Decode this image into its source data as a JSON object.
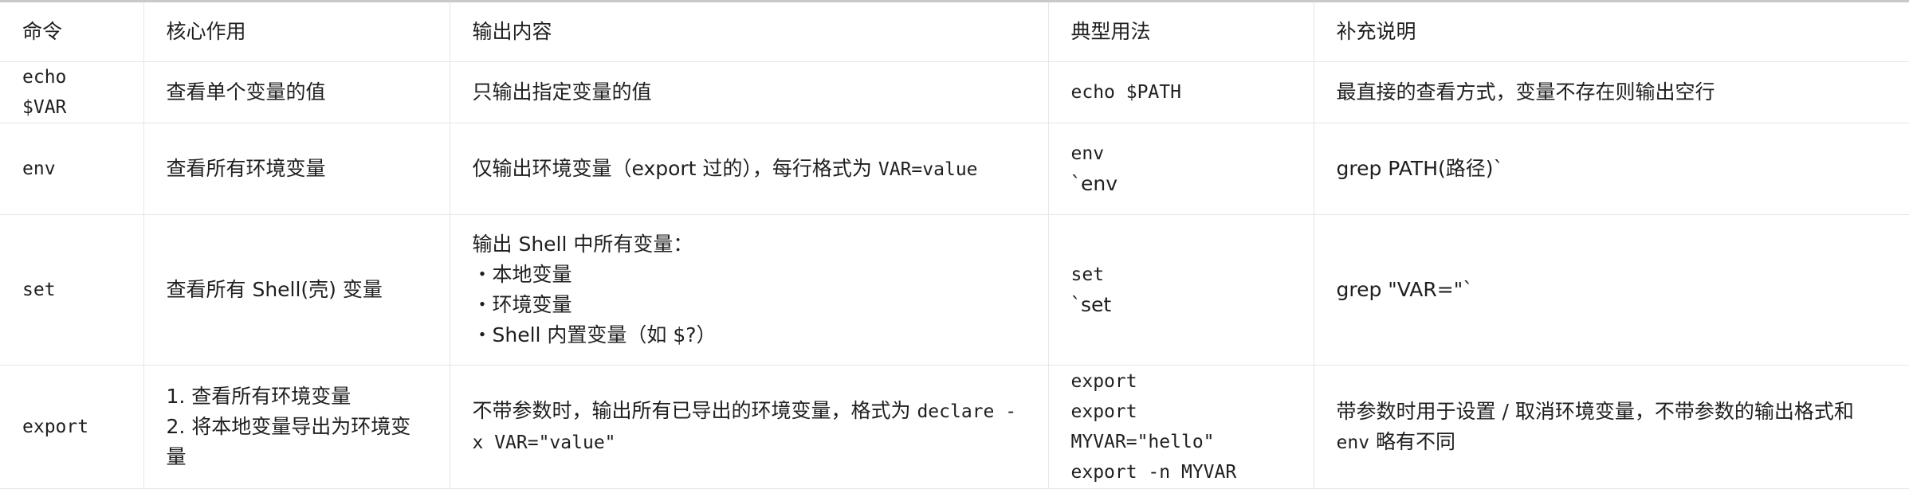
{
  "table": {
    "headers": [
      "命令",
      "核心作用",
      "输出内容",
      "典型用法",
      "补充说明"
    ],
    "rows": [
      {
        "command": "echo $VAR",
        "purpose": [
          "查看单个变量的值"
        ],
        "output": {
          "text": "只输出指定变量的值",
          "code": ""
        },
        "usage": [
          "echo $PATH"
        ],
        "note": {
          "text": "最直接的查看方式，变量不存在则输出空行",
          "code": "",
          "tail": ""
        }
      },
      {
        "command": "env",
        "purpose": [
          "查看所有环境变量"
        ],
        "output": {
          "text": "仅输出环境变量（export 过的），每行格式为 ",
          "code": "VAR=value"
        },
        "usage": [
          "env",
          "`env"
        ],
        "note": {
          "text": "grep PATH(路径)`",
          "code": "",
          "tail": ""
        }
      },
      {
        "command": "set",
        "purpose": [
          "查看所有 Shell(壳) 变量"
        ],
        "output": {
          "lines": [
            "输出 Shell 中所有变量：",
            "・本地变量",
            "・环境变量",
            "・Shell 内置变量（如 $?）"
          ]
        },
        "usage": [
          "set",
          "`set"
        ],
        "note": {
          "text": "grep \"VAR=\"`",
          "code": "",
          "tail": ""
        }
      },
      {
        "command": "export",
        "purpose": [
          "1. 查看所有环境变量",
          "2. 将本地变量导出为环境变量"
        ],
        "output": {
          "text": "不带参数时，输出所有已导出的环境变量，格式为 ",
          "code": "declare -x VAR=\"value\""
        },
        "usage": [
          "export",
          "export MYVAR=\"hello\"",
          "export -n MYVAR"
        ],
        "note": {
          "text": "带参数时用于设置 / 取消环境变量，不带参数的输出格式和 ",
          "code": "env",
          "tail": " 略有不同"
        }
      }
    ]
  }
}
